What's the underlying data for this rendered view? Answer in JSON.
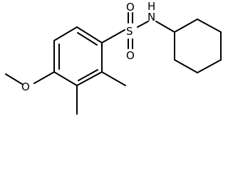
{
  "atoms": {
    "sulfur": "S",
    "oxygen_top": "O",
    "oxygen_bottom": "O",
    "nitrogen": "N",
    "hydrogen": "H",
    "oxygen_methoxy": "O"
  }
}
